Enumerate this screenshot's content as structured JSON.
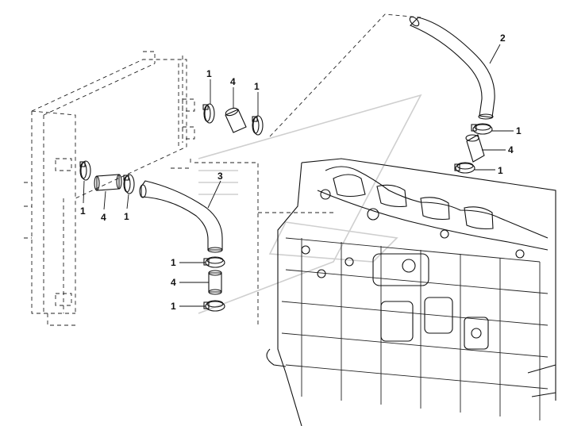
{
  "callouts": {
    "clamp": "1",
    "upper_hose": "2",
    "lower_hose": "3",
    "coupling": "4"
  }
}
